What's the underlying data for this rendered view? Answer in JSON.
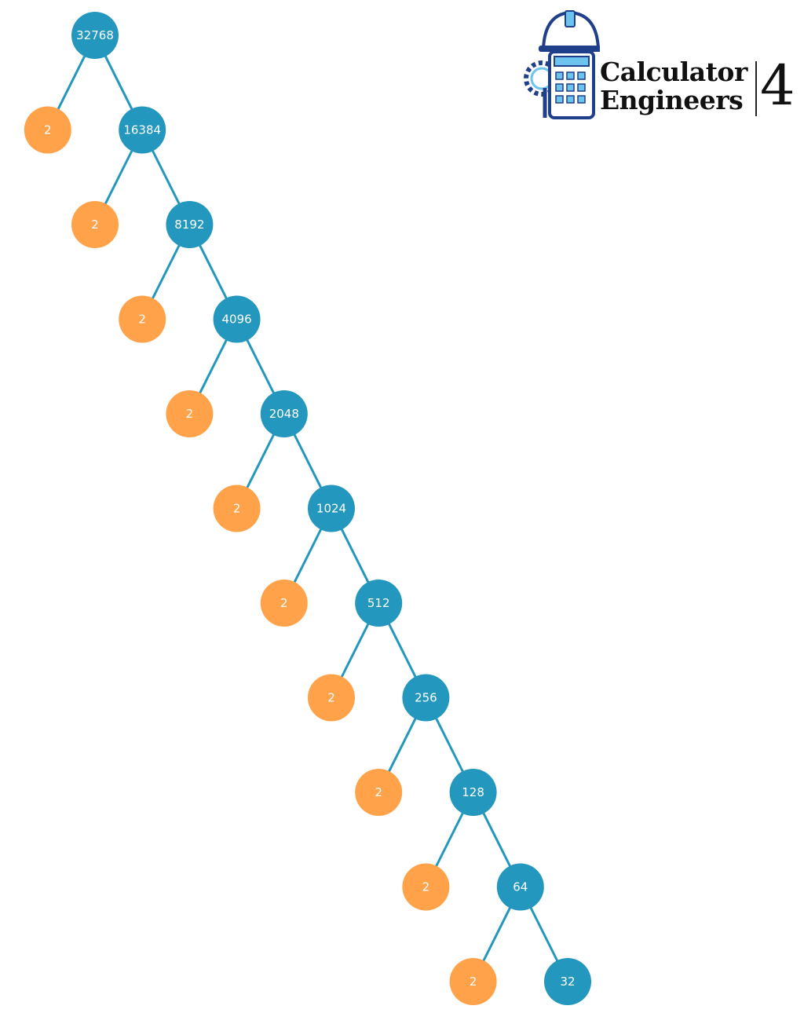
{
  "logo": {
    "line1": "Calculator",
    "line2": "Engineers",
    "number": "4"
  },
  "colors": {
    "composite": "#2397BE",
    "prime": "#FFA24A",
    "edge": "#2397BE",
    "logo_dark": "#1F3F8A",
    "logo_light": "#6CC4EE"
  },
  "tree": {
    "composites": [
      "32768",
      "16384",
      "8192",
      "4096",
      "2048",
      "1024",
      "512",
      "256",
      "128",
      "64",
      "32"
    ],
    "prime_factor": "2"
  }
}
